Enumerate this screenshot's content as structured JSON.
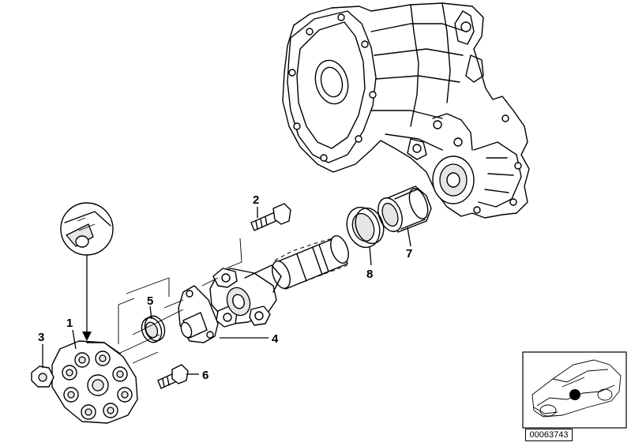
{
  "callouts": [
    {
      "id": "part-1",
      "label": "1"
    },
    {
      "id": "part-2",
      "label": "2"
    },
    {
      "id": "part-3",
      "label": "3"
    },
    {
      "id": "part-4",
      "label": "4"
    },
    {
      "id": "part-5",
      "label": "5"
    },
    {
      "id": "part-6",
      "label": "6"
    },
    {
      "id": "part-7",
      "label": "7"
    },
    {
      "id": "part-8",
      "label": "8"
    }
  ],
  "diagram_id": "00063743",
  "icons": {
    "transfer_case": "transfer-case-housing",
    "flex_disc": "flex-disc-joint",
    "hex_nut": "hex-nut",
    "bolt": "hex-bolt",
    "shaft": "output-shaft",
    "seal": "shaft-seal-ring",
    "dust_cap": "dust-cap",
    "detail_magnifier": "detail-view-circle",
    "vehicle_locator": "vehicle-location-thumbnail"
  }
}
